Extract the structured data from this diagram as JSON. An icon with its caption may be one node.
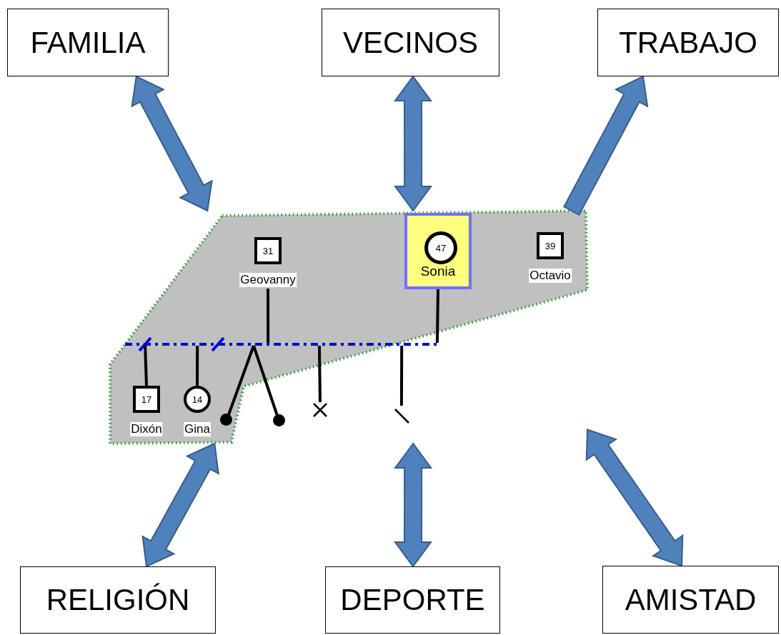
{
  "diagram": {
    "nodes": [
      {
        "text": [
          "FAMILIA"
        ]
      },
      {
        "text": [
          "VECINOS"
        ]
      },
      {
        "text": [
          "TRABAJO"
        ]
      },
      {
        "text": [],
        "shape": "polygon"
      },
      {
        "text": [
          "31",
          "Geovanny"
        ],
        "in": 3
      },
      {
        "text": [
          "Sonia"
        ],
        "in": 3
      },
      {
        "text": [
          "47"
        ],
        "in": 5
      },
      {
        "text": [
          "39",
          "Octavio"
        ],
        "in": 3
      },
      {
        "text": [
          "17",
          "Dixón"
        ],
        "in": 3
      },
      {
        "text": [
          "14",
          "Gina"
        ],
        "in": 3
      },
      {
        "text": [],
        "shape": "bar",
        "in": 3
      },
      {
        "text": [],
        "shape": "circle",
        "in": 3
      },
      {
        "text": [],
        "shape": "circle"
      },
      {
        "text": [],
        "shape": "cross"
      },
      {
        "text": [],
        "shape": "slash"
      },
      {
        "text": [
          "RELIGIÓN"
        ]
      },
      {
        "text": [
          "DEPORTE"
        ]
      },
      {
        "text": [
          "AMISTAD"
        ]
      }
    ],
    "edges": [
      {
        "from": 3,
        "to": 0,
        "arrow": "both",
        "style": "thick",
        "color": "#4f81bd"
      },
      {
        "from": 3,
        "to": 1,
        "arrow": "both",
        "style": "thick",
        "color": "#4f81bd"
      },
      {
        "from": 3,
        "to": 2,
        "arrow": "to",
        "style": "thick",
        "color": "#4f81bd"
      },
      {
        "from": 3,
        "to": 15,
        "arrow": "both",
        "style": "thick",
        "color": "#4f81bd"
      },
      {
        "from": 3,
        "to": 16,
        "arrow": "both",
        "style": "thick",
        "color": "#4f81bd"
      },
      {
        "from": 3,
        "to": 17,
        "arrow": "both",
        "style": "thick",
        "color": "#4f81bd"
      },
      {
        "from": 5,
        "to": 10,
        "arrow": "none"
      },
      {
        "from": 10,
        "to": 4,
        "arrow": "none"
      },
      {
        "from": 10,
        "to": 8,
        "arrow": "none"
      },
      {
        "from": 10,
        "to": 9,
        "arrow": "none"
      },
      {
        "from": 10,
        "to": 11,
        "arrow": "none"
      },
      {
        "from": 10,
        "to": 12,
        "arrow": "none"
      },
      {
        "from": 10,
        "to": 13,
        "arrow": "none"
      },
      {
        "from": 10,
        "to": 14,
        "arrow": "none"
      }
    ]
  }
}
